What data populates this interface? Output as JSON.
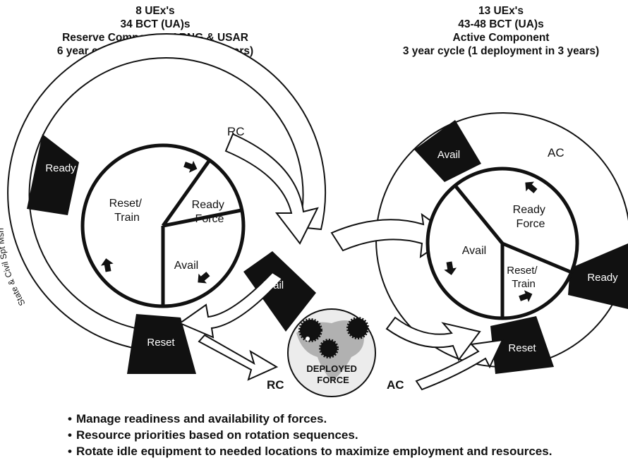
{
  "rc_header": {
    "line1": "8 UEx's",
    "line2": "34 BCT (UA)s",
    "line3": "Reserve Component ARNG & USAR",
    "line4": "6 year cycle (1 deployment in 6 years)"
  },
  "ac_header": {
    "line1": "13 UEx's",
    "line2": "43-48 BCT (UA)s",
    "line3": "Active Component",
    "line4": "3 year cycle (1 deployment in 3 years)"
  },
  "rc_cycle": {
    "label": "RC",
    "outer_ring_label": "State & Civil Spt Msn",
    "ready": "Ready",
    "avail": "Avail",
    "reset": "Reset",
    "inner_reset_train": [
      "Reset/",
      "Train"
    ],
    "inner_ready_force": [
      "Ready",
      "Force"
    ],
    "inner_avail": "Avail"
  },
  "ac_cycle": {
    "label": "AC",
    "avail": "Avail",
    "ready": "Ready",
    "reset": "Reset",
    "inner_ready_force": [
      "Ready",
      "Force"
    ],
    "inner_avail": "Avail",
    "inner_reset_train": [
      "Reset/",
      "Train"
    ]
  },
  "deployed": {
    "line1": "DEPLOYED",
    "line2": "FORCE",
    "rc_tag": "RC",
    "ac_tag": "AC"
  },
  "bullets": [
    "Manage readiness and availability of forces.",
    "Resource priorities based on rotation sequences.",
    "Rotate idle equipment to needed locations to maximize employment and resources."
  ]
}
